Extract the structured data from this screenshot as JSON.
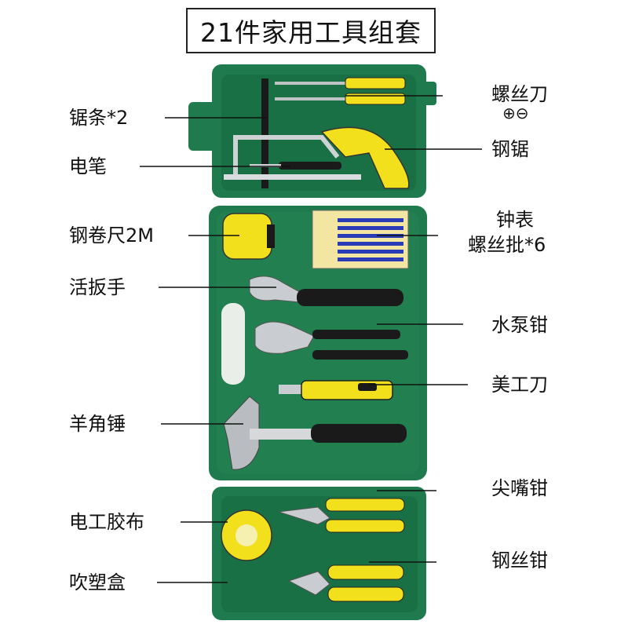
{
  "title": "21件家用工具组套",
  "labels_left": {
    "saw_blade": "锯条*2",
    "test_pen": "电笔",
    "tape_measure": "钢卷尺2M",
    "wrench": "活扳手",
    "hammer": "羊角锤",
    "tape": "电工胶布",
    "case": "吹塑盒"
  },
  "labels_right": {
    "screwdriver": "螺丝刀",
    "screwdriver_symbols": "⊕⊖",
    "hacksaw": "钢锯",
    "watch_driver_line1": "钟表",
    "watch_driver_line2": "螺丝批*6",
    "pump_pliers": "水泵钳",
    "utility_knife": "美工刀",
    "needle_pliers": "尖嘴钳",
    "wire_pliers": "钢丝钳"
  },
  "colors": {
    "case_green": "#1f7a4d",
    "case_dark": "#135a36",
    "handle_yellow": "#f3e01c",
    "metal": "#c9ccd0",
    "black": "#1a1a1a"
  }
}
